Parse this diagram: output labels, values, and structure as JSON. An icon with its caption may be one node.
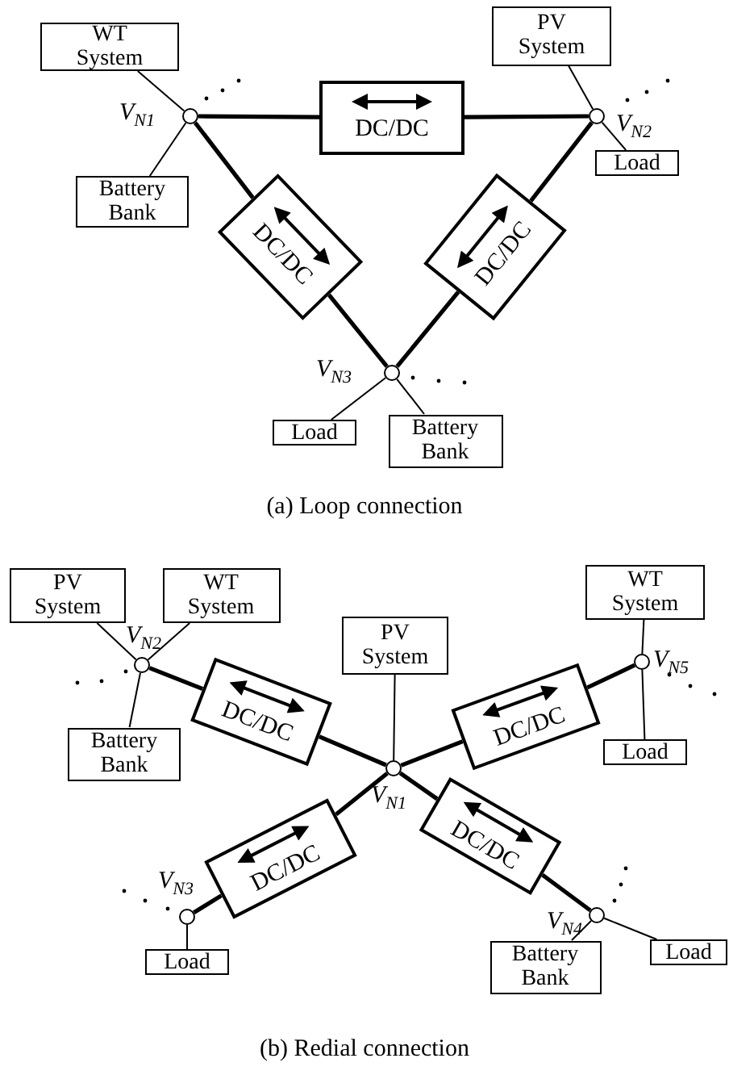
{
  "diagram": {
    "nodes": [
      {
        "text": [
          "WT System"
        ]
      },
      {
        "text": [
          "PV System"
        ]
      },
      {
        "text": [],
        "shape": "circle",
        "beside": [
          "V$_{N1}$"
        ]
      },
      {
        "text": [
          "DC/DC"
        ]
      },
      {
        "text": [],
        "shape": "circle",
        "beside": [
          "V$_{N2}$"
        ]
      },
      {
        "text": [
          "Load"
        ]
      },
      {
        "text": [
          "Battery Bank"
        ]
      },
      {
        "text": [
          "DC/DC"
        ]
      },
      {
        "text": [
          "DC/DC"
        ]
      },
      {
        "text": [],
        "shape": "circle",
        "beside": [
          "V$_{N3}$"
        ]
      },
      {
        "text": [
          "Load"
        ]
      },
      {
        "text": [
          "Battery Bank"
        ]
      },
      {
        "text": [
          "PV System"
        ]
      },
      {
        "text": [
          "WT System"
        ]
      },
      {
        "text": [
          "WT System"
        ]
      },
      {
        "text": [
          "PV System"
        ]
      },
      {
        "text": [],
        "shape": "circle",
        "beside": [
          "V$_{N2}$"
        ]
      },
      {
        "text": [],
        "shape": "circle",
        "beside": [
          "V$_{N5}$"
        ]
      },
      {
        "text": [
          "DC/DC"
        ]
      },
      {
        "text": [
          "DC/DC"
        ]
      },
      {
        "text": [
          "Battery Bank"
        ]
      },
      {
        "text": [
          "Load"
        ]
      },
      {
        "text": [],
        "shape": "circle",
        "beside": [
          "V$_{N1}$"
        ]
      },
      {
        "text": [
          "DC/DC"
        ]
      },
      {
        "text": [
          "DC/DC"
        ]
      },
      {
        "text": [],
        "shape": "circle",
        "beside": [
          "V$_{N3}$"
        ]
      },
      {
        "text": [],
        "shape": "circle",
        "beside": [
          "V$_{N4}$"
        ]
      },
      {
        "text": [
          "Load"
        ]
      },
      {
        "text": [
          "Battery Bank"
        ]
      },
      {
        "text": [
          "Load"
        ]
      }
    ],
    "edges": [
      {
        "from": 0,
        "to": 2,
        "arrow": "none"
      },
      {
        "from": 6,
        "to": 2,
        "arrow": "none"
      },
      {
        "from": 2,
        "to": 3,
        "arrow": "none",
        "style": "thick"
      },
      {
        "from": 3,
        "to": 4,
        "arrow": "none",
        "style": "thick"
      },
      {
        "from": 1,
        "to": 4,
        "arrow": "none"
      },
      {
        "from": 4,
        "to": 5,
        "arrow": "none"
      },
      {
        "from": 2,
        "to": 7,
        "arrow": "none",
        "style": "thick"
      },
      {
        "from": 7,
        "to": 9,
        "arrow": "none",
        "style": "thick"
      },
      {
        "from": 4,
        "to": 8,
        "arrow": "none",
        "style": "thick"
      },
      {
        "from": 8,
        "to": 9,
        "arrow": "none",
        "style": "thick"
      },
      {
        "from": 9,
        "to": 10,
        "arrow": "none"
      },
      {
        "from": 9,
        "to": 11,
        "arrow": "none"
      },
      {
        "from": 12,
        "to": 16,
        "arrow": "none"
      },
      {
        "from": 13,
        "to": 16,
        "arrow": "none"
      },
      {
        "from": 16,
        "to": 20,
        "arrow": "none"
      },
      {
        "from": 16,
        "to": 18,
        "arrow": "none",
        "style": "thick"
      },
      {
        "from": 18,
        "to": 22,
        "arrow": "none",
        "style": "thick"
      },
      {
        "from": 15,
        "to": 22,
        "arrow": "none"
      },
      {
        "from": 22,
        "to": 19,
        "arrow": "none",
        "style": "thick"
      },
      {
        "from": 19,
        "to": 17,
        "arrow": "none",
        "style": "thick"
      },
      {
        "from": 14,
        "to": 17,
        "arrow": "none"
      },
      {
        "from": 17,
        "to": 21,
        "arrow": "none"
      },
      {
        "from": 22,
        "to": 23,
        "arrow": "none",
        "style": "thick"
      },
      {
        "from": 23,
        "to": 25,
        "arrow": "none",
        "style": "thick"
      },
      {
        "from": 25,
        "to": 27,
        "arrow": "none"
      },
      {
        "from": 22,
        "to": 24,
        "arrow": "none",
        "style": "thick"
      },
      {
        "from": 24,
        "to": 26,
        "arrow": "none",
        "style": "thick"
      },
      {
        "from": 26,
        "to": 28,
        "arrow": "none"
      },
      {
        "from": 26,
        "to": 29,
        "arrow": "none"
      }
    ],
    "labels": [
      "(a) Loop connection",
      "(b) Redial connection"
    ]
  }
}
